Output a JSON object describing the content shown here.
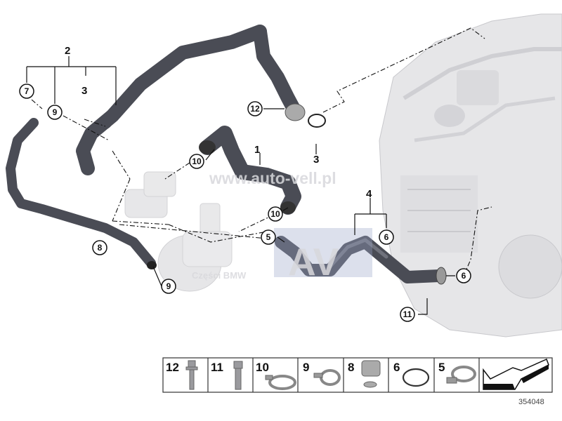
{
  "diagram": {
    "diagram_number": "354048",
    "callouts_plain": [
      "2",
      "3",
      "1",
      "3",
      "4"
    ],
    "callouts_circled": [
      "7",
      "9",
      "12",
      "10",
      "10",
      "5",
      "8",
      "9",
      "6",
      "6",
      "11"
    ],
    "legend": [
      {
        "number": "12",
        "part": "bolt-with-washer-icon"
      },
      {
        "number": "11",
        "part": "hex-bolt-icon"
      },
      {
        "number": "10",
        "part": "hose-clamp-icon"
      },
      {
        "number": "9",
        "part": "spring-clamp-icon"
      },
      {
        "number": "8",
        "part": "hose-clip-icon"
      },
      {
        "number": "6",
        "part": "o-ring-icon"
      },
      {
        "number": "5",
        "part": "worm-clamp-icon"
      },
      {
        "number": "",
        "part": "direction-arrow-icon"
      }
    ]
  },
  "watermarks": {
    "site": "www.auto-vell.pl",
    "brand": "Części BMW",
    "logo": "AV"
  },
  "colors": {
    "hose": "#4a4c55",
    "engine": "#e4e4e4",
    "outline": "#111111"
  }
}
